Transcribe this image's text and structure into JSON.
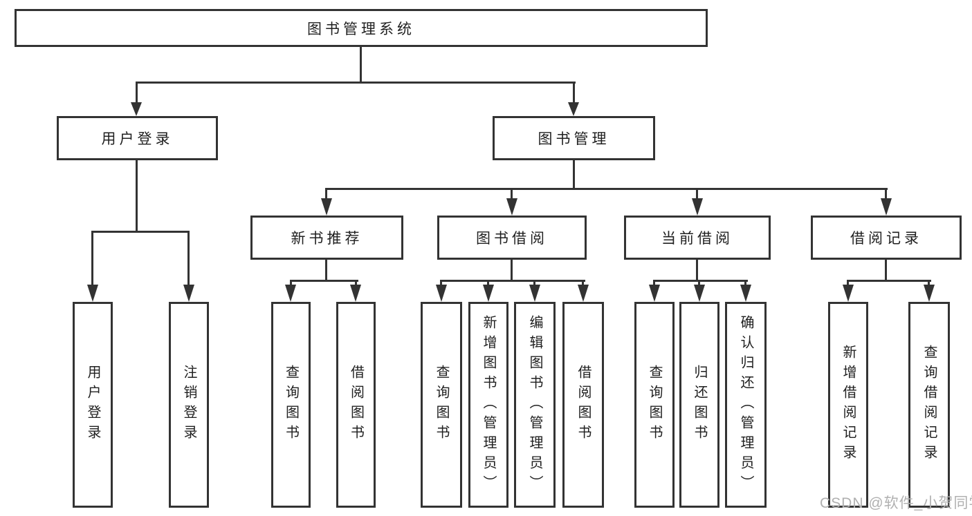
{
  "diagram": {
    "title": "图书管理系统",
    "branches": {
      "user": {
        "label": "用户登录",
        "children": [
          {
            "label": "用户登录"
          },
          {
            "label": "注销登录"
          }
        ]
      },
      "book": {
        "label": "图书管理",
        "groups": [
          {
            "label": "新书推荐",
            "children": [
              {
                "label": "查询图书"
              },
              {
                "label": "借阅图书"
              }
            ]
          },
          {
            "label": "图书借阅",
            "children": [
              {
                "label": "查询图书"
              },
              {
                "label": "新增图书（管理员）"
              },
              {
                "label": "编辑图书（管理员）"
              },
              {
                "label": "借阅图书"
              }
            ]
          },
          {
            "label": "当前借阅",
            "children": [
              {
                "label": "查询图书"
              },
              {
                "label": "归还图书"
              },
              {
                "label": "确认归还（管理员）"
              }
            ]
          },
          {
            "label": "借阅记录",
            "children": [
              {
                "label": "新增借阅记录"
              },
              {
                "label": "查询借阅记录"
              }
            ]
          }
        ]
      }
    }
  },
  "watermark": {
    "text": "CSDN @软件_小贺同学",
    "color": "#b0b0b0"
  },
  "colors": {
    "line": "#333333",
    "box_border": "#333333",
    "text": "#1f1f1f",
    "background": "#ffffff"
  }
}
